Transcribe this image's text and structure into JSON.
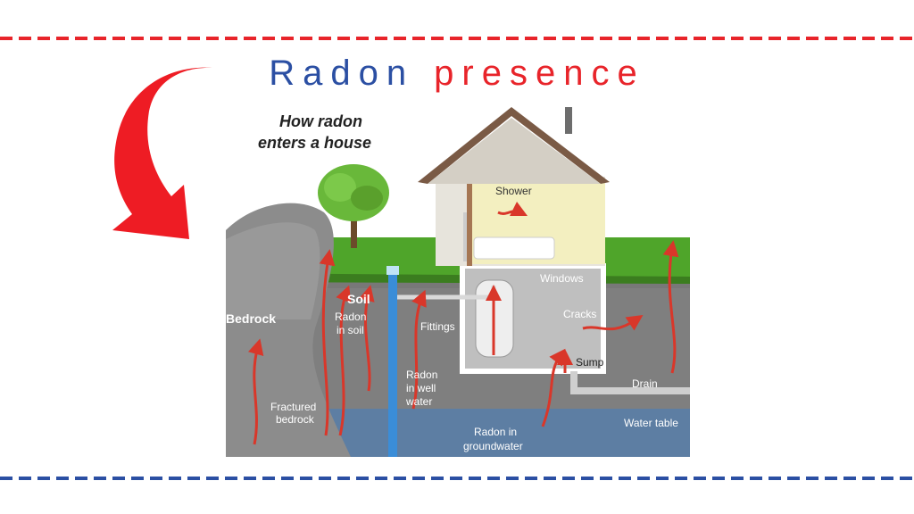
{
  "title": {
    "word1": "Radon",
    "word2": "presence",
    "word1_color": "#2b4fa3",
    "word2_color": "#e8242a"
  },
  "colors": {
    "top_dash": "#e8242a",
    "bottom_dash": "#2b4fa3",
    "arrow": "#ee1c24",
    "radon_arrows": "#d9372a"
  },
  "arrow_icon": "curved-arrow-down-left",
  "diagram": {
    "heading_line1": "How radon",
    "heading_line2": "enters a house",
    "labels": {
      "shower": "Shower",
      "windows": "Windows",
      "soil": "Soil",
      "radon_in_soil_1": "Radon",
      "radon_in_soil_2": "in soil",
      "bedrock": "Bedrock",
      "fittings": "Fittings",
      "cracks": "Cracks",
      "sump": "Sump",
      "drain": "Drain",
      "radon_well_1": "Radon",
      "radon_well_2": "in well",
      "radon_well_3": "water",
      "fractured_1": "Fractured",
      "fractured_2": "bedrock",
      "groundwater_1": "Radon in",
      "groundwater_2": "groundwater",
      "water_table": "Water table"
    }
  }
}
